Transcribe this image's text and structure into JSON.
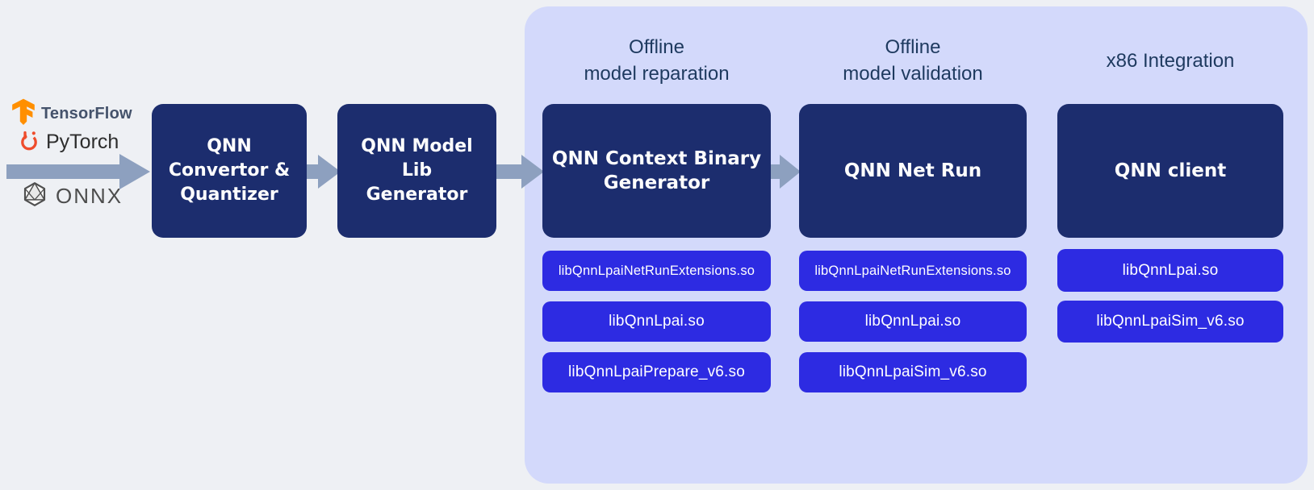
{
  "sources": {
    "tensorflow": "TensorFlow",
    "pytorch": "PyTorch",
    "onnx": "ONNX"
  },
  "pipeline": {
    "convertor_lines": [
      "QNN",
      "Convertor &",
      "Quantizer"
    ],
    "model_lib_lines": [
      "QNN Model",
      "Lib",
      "Generator"
    ]
  },
  "panel": {
    "columns": [
      {
        "title_lines": [
          "Offline",
          "model reparation"
        ],
        "box_lines": [
          "QNN Context Binary",
          "Generator"
        ],
        "libs": [
          "libQnnLpaiNetRunExtensions.so",
          "libQnnLpai.so",
          "libQnnLpaiPrepare_v6.so"
        ]
      },
      {
        "title_lines": [
          "Offline",
          "model validation"
        ],
        "box_lines": [
          "QNN Net Run"
        ],
        "libs": [
          "libQnnLpaiNetRunExtensions.so",
          "libQnnLpai.so",
          "libQnnLpaiSim_v6.so"
        ]
      },
      {
        "title_lines": [
          "x86 Integration"
        ],
        "box_lines": [
          "QNN client"
        ],
        "libs": [
          "libQnnLpai.so",
          "libQnnLpaiSim_v6.so"
        ]
      }
    ]
  },
  "colors": {
    "background": "#eef0f4",
    "panel": "#d3d9fb",
    "stage_box": "#1c2d6e",
    "lib_button": "#2d2be2",
    "arrow": "#8da0bf",
    "heading_text": "#1e3a5f",
    "tensorflow_orange": "#ff8f00",
    "pytorch_orange": "#ee4c2c",
    "onnx_gray": "#4d4d4d"
  }
}
